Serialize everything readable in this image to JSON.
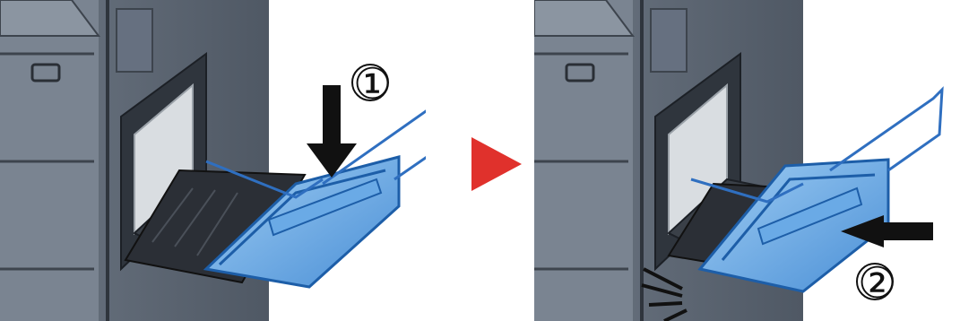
{
  "steps": [
    {
      "marker": "①",
      "action": "push-down"
    },
    {
      "marker": "②",
      "action": "push-in"
    }
  ],
  "colors": {
    "printer_body": "#5b6470",
    "printer_dark": "#2f353d",
    "tray_blue": "#4a8fd6",
    "tray_blue_light": "#8ec2f0",
    "tray_edge": "#1d5ea8",
    "arrow_black": "#111111",
    "next_arrow": "#e0312c"
  },
  "icons": [
    "down-arrow-icon",
    "left-arrow-icon",
    "click-sound-icon",
    "next-step-arrow-icon"
  ]
}
